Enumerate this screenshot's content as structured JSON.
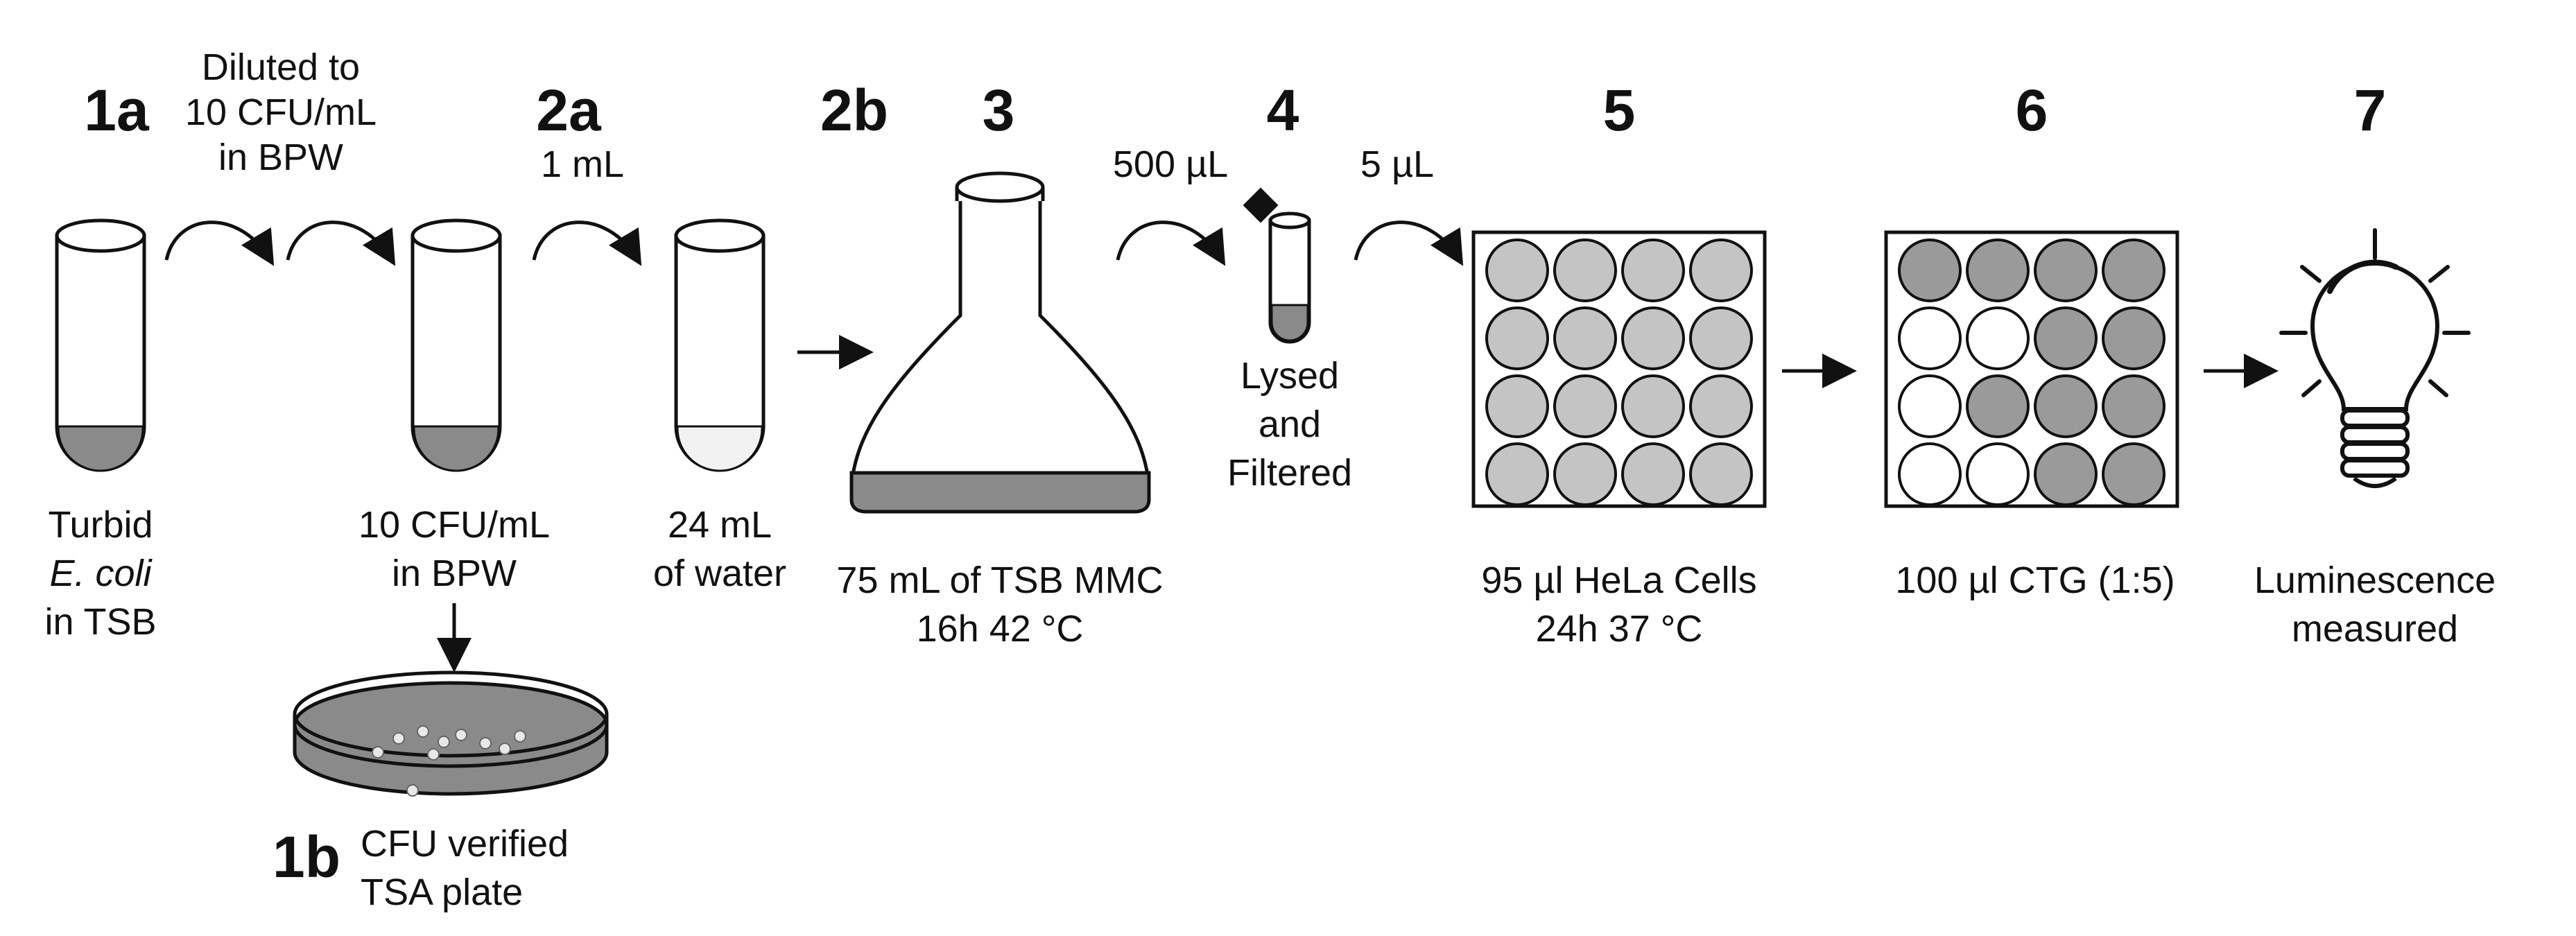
{
  "colors": {
    "line": "#111111",
    "liquid_dark": "#8a8a8a",
    "liquid_light": "#f2f2f2",
    "well_medium": "#c4c4c4",
    "well_dark": "#9a9a9a",
    "well_white": "#ffffff"
  },
  "steps": {
    "s1a": "1a",
    "s1b": "1b",
    "s2a": "2a",
    "s2b": "2b",
    "s3": "3",
    "s4": "4",
    "s5": "5",
    "s6": "6",
    "s7": "7"
  },
  "annotations": {
    "dilute_l1": "Diluted to",
    "dilute_l2": "10 CFU/mL",
    "dilute_l3": "in BPW",
    "vol_1ml": "1 mL",
    "vol_500": "500 µL",
    "vol_5": "5 µL"
  },
  "labels": {
    "turbid_l1": "Turbid",
    "turbid_l2": "E. coli",
    "turbid_l3": "in TSB",
    "tube2_l1": "10 CFU/mL",
    "tube2_l2": "in BPW",
    "water_l1": "24 mL",
    "water_l2": "of water",
    "flask_l1": "75 mL of TSB MMC",
    "flask_l2": "16h 42 °C",
    "lysed_l1": "Lysed",
    "lysed_l2": "and",
    "lysed_l3": "Filtered",
    "plate5_l1": "95 µl HeLa Cells",
    "plate5_l2": "24h 37 °C",
    "plate6_l1": "100 µl CTG (1:5)",
    "lum_l1": "Luminescence",
    "lum_l2": "measured",
    "cfu_l1": "CFU verified",
    "cfu_l2": "TSA plate"
  },
  "plate6_pattern": [
    [
      "dark",
      "dark",
      "dark",
      "dark"
    ],
    [
      "white",
      "white",
      "dark",
      "dark"
    ],
    [
      "white",
      "dark",
      "dark",
      "dark"
    ],
    [
      "white",
      "white",
      "dark",
      "dark"
    ]
  ]
}
